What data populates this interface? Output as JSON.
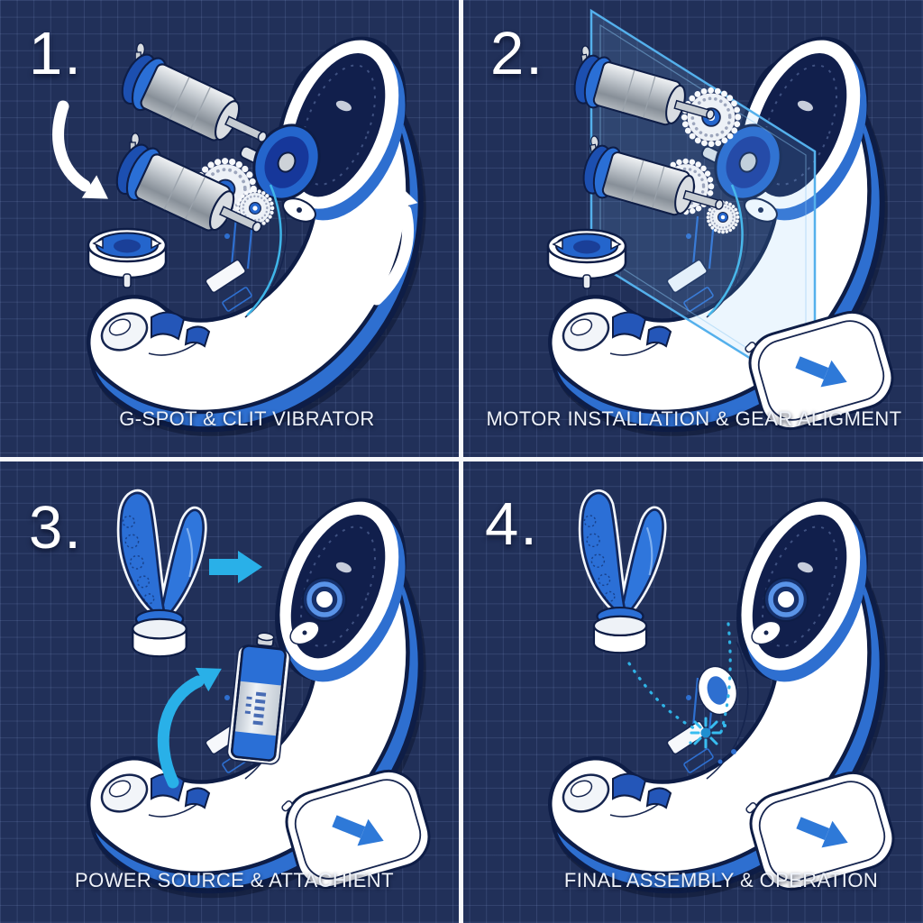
{
  "diagram": {
    "style": "blueprint-grid",
    "colors": {
      "background": "#213059",
      "grid_line": "#35457c",
      "panel_divider": "#f6f8fb",
      "device_white": "#ffffff",
      "accent_blue": "#2e6fd0",
      "deep_navy_interior": "#101f4c",
      "outline_navy": "#0e1d46",
      "cyan_arrow": "#29b0e8",
      "metal_gray": "#c6ccd2",
      "attachment_blue": "#2b6fd6"
    }
  },
  "panels": [
    {
      "number": "1.",
      "caption": "G-SPOT & CLIT VIBRATOR",
      "parts": [
        "vibration-motor-top",
        "vibration-motor-bottom",
        "gear-cluster",
        "roller-wheel",
        "cap-disc",
        "device-body"
      ],
      "arrows": [
        "white-curved-arrow-down-left",
        "white-curved-arrow-up-right"
      ]
    },
    {
      "number": "2.",
      "caption": "MOTOR INSTALLATION & GEAR ALIGMENT",
      "parts": [
        "translucent-mounting-plate",
        "vibration-motor-top",
        "vibration-motor-bottom",
        "gear-train",
        "roller-wheel",
        "cap-disc",
        "device-body",
        "cover-pad"
      ],
      "arrows": [
        "pad-blue-arrow"
      ]
    },
    {
      "number": "3.",
      "caption": "POWER SOURCE & ATTACHIENT",
      "parts": [
        "dual-prong-attachment",
        "aa-battery",
        "device-body",
        "power-button",
        "cover-pad"
      ],
      "arrows": [
        "cyan-insert-arrow",
        "cyan-curved-arrow",
        "pad-blue-arrow"
      ]
    },
    {
      "number": "4.",
      "caption": "FINAL ASSEMBLY & OPERATION",
      "parts": [
        "dual-prong-attachment",
        "device-body",
        "power-button",
        "mode-button",
        "vibration-sparkle",
        "cover-pad"
      ],
      "arrows": [
        "dashed-connection-path",
        "pad-blue-arrow"
      ]
    }
  ]
}
